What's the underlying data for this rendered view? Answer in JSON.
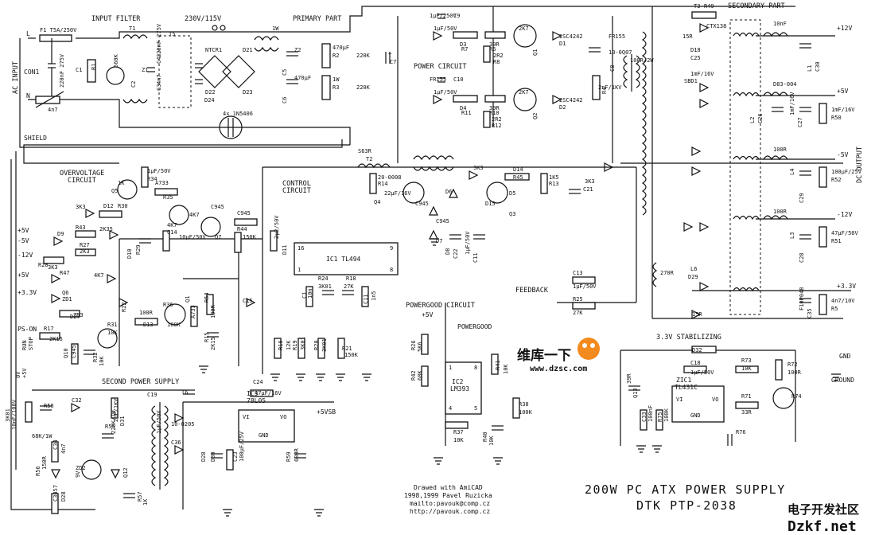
{
  "sections": {
    "input_filter": "INPUT FILTER",
    "voltage_select": "230V/115V",
    "primary_part": "PRIMARY PART",
    "secondary_part": "SECONDARY PART",
    "power_circuit": "POWER CIRCUIT",
    "overvoltage_1": "OVERVOLTAGE",
    "overvoltage_2": "CIRCUIT",
    "control_1": "CONTROL",
    "control_2": "CIRCUIT",
    "powergood_circuit": "POWERGOOD CIRCUIT",
    "second_supply": "SECOND POWER SUPPLY",
    "stabilizing": "3.3V STABILIZING",
    "feedback": "FEEDBACK",
    "dc_output": "DC OUTPUT",
    "ac_input": "AC INPUT"
  },
  "terminals": {
    "L": "L",
    "N": "N",
    "con1": "CON1",
    "shield": "SHIELD",
    "p12": "+12V",
    "p5": "+5V",
    "m5": "-5V",
    "m12": "-12V",
    "p33": "+3.3V",
    "gnd": "GND",
    "ground": "GROUND",
    "p5vsb": "+5VSB",
    "in_p5": "+5V",
    "in_m5": "-5V",
    "in_m12": "-12V",
    "in_p5b": "+5V",
    "in_p33": "+3.3V",
    "ps_on": "PS-ON",
    "pwr_good_out": "POWERGOOD",
    "pg_p5": "+5V",
    "run": "RUN",
    "stop": "STOP",
    "zero_v": "0V",
    "plus5v": "+5V"
  },
  "ics": {
    "ic1": "IC1 TL494",
    "ic2a": "IC2",
    "ic2b": "LM393",
    "ic3a": "IC3",
    "ic3b": "78L05",
    "zic1a": "ZIC1",
    "zic1b": "TL431C",
    "vi": "VI",
    "vo": "VO",
    "gnd": "GND",
    "pin16": "16",
    "pin1": "1",
    "pin9": "9",
    "pin8": "8",
    "p1": "1",
    "p8": "8",
    "p4": "4",
    "p5": "5"
  },
  "components": [
    "F1 T5A/250V",
    "T1",
    "T5",
    "C1",
    "220nF 275V",
    "R1",
    "560K",
    "Z1",
    "C2",
    "220nF 275V",
    "C4",
    "4n7",
    "C3",
    "4n7",
    "NTCR1",
    "D21",
    "D22",
    "D23",
    "D24",
    "4x 1N5406",
    "Z2",
    "C5",
    "470µF",
    "C6",
    "470µF",
    "R2",
    "220K",
    "1W",
    "R3",
    "220K",
    "1W",
    "T",
    "C7",
    "1µF/250V",
    "C9",
    "1µF/50V",
    "D3",
    "R7",
    "39R",
    "R6",
    "2R2",
    "R8",
    "2K7",
    "Q1",
    "2SC4242",
    "D1",
    "FR155",
    "C10",
    "1µF/50V",
    "D4",
    "R11",
    "39R",
    "R10",
    "2R2",
    "R12",
    "2K7",
    "Q2",
    "2SC4242",
    "D2",
    "FR155",
    "10-0Q07",
    "C8",
    "2nF/1KV",
    "R4",
    "100R/2W",
    "T3",
    "R49",
    "15R",
    "CTX138",
    "D18",
    "C25",
    "10nF",
    "L1",
    "C30",
    "1mF/16V",
    "SBD1",
    "D83-004",
    "L2",
    "C26",
    "1mF/16V",
    "C27",
    "1mF/16V",
    "R50",
    "100R",
    "L4",
    "C29",
    "100µF/25V",
    "R52",
    "100R",
    "L3",
    "C28",
    "47µF/50V",
    "R51",
    "270R",
    "L6",
    "D29",
    "F10P048",
    "C35",
    "4n7/10V",
    "R5",
    "15R",
    "D32",
    "S63R",
    "T2",
    "20-0008",
    "R14",
    "3K3",
    "D14",
    "R45",
    "1K5",
    "R13",
    "3K3",
    "C21",
    "22µF/16V",
    "Q4",
    "C945",
    "D6",
    "D15",
    "D5",
    "Q3",
    "C945",
    "D7",
    "D8",
    "C22",
    "1µF/50V",
    "C11",
    "1µF/50V",
    "R34",
    "1K",
    "Q5",
    "A733",
    "R35",
    "3K3",
    "D12",
    "R30",
    "4K7",
    "C945",
    "Q7",
    "C945",
    "R44",
    "150K",
    "R43",
    "2K35",
    "R27",
    "2K3",
    "D9",
    "R28",
    "3K3",
    "D10",
    "R29",
    "4K7",
    "C14",
    "10µF/50V",
    "R47",
    "4K7",
    "Q6",
    "ZD1",
    "D27",
    "ZD3",
    "R22",
    "100R",
    "D13",
    "R36",
    "100K",
    "Q1",
    "A733",
    "R54",
    "100R",
    "R15",
    "2K15",
    "C15",
    "2µ2/50V",
    "D11",
    "R24",
    "3K01",
    "C1",
    "10n",
    "R18",
    "27K",
    "C11",
    "1n5",
    "R16",
    "12K",
    "R19",
    "3K01",
    "R20",
    "3K01",
    "R21",
    "150K",
    "R17",
    "2K15",
    "R31",
    "10K",
    "Q10",
    "C945",
    "R32",
    "10K",
    "C13",
    "1µF/50V",
    "R25",
    "27K",
    "R26",
    "5K6",
    "R42",
    "68K",
    "R41",
    "10K",
    "R38",
    "100K",
    "R37",
    "10K",
    "R40",
    "10K",
    "C18",
    "1µF/50V",
    "R73",
    "10K",
    "R72",
    "100R",
    "R71",
    "33R",
    "R74",
    "39R",
    "Q13",
    "C33",
    "100nF",
    "R75",
    "100K",
    "R76",
    "3K01",
    "10nF/100V",
    "R58",
    "68K/1W",
    "C32",
    "2nF/1KV",
    "D31",
    "R55",
    "220K/1W",
    "C34",
    "4n7",
    "R56",
    "150R",
    "ZD2",
    "9V",
    "Q12",
    "C3457",
    "D28",
    "R57",
    "1K",
    "C19",
    "1µF/50V",
    "T6",
    "10-0205",
    "C36",
    "D28",
    "D30",
    "C23",
    "100µF/25V",
    "R59",
    "680R",
    "C24",
    "47µF/16V",
    "R33",
    "4K7"
  ],
  "title": {
    "line1": "200W PC ATX POWER SUPPLY",
    "line2": "DTK PTP-2038"
  },
  "credits": {
    "line1": "Drawed with AmiCAD",
    "line2": "1998,1999 Pavel Ruzicka",
    "line3": "mailto:pavouk@comp.cz",
    "line4": "http://pavouk.comp.cz"
  },
  "watermarks": {
    "center_cn": "维库一下",
    "center_url": "www.dzsc.com",
    "corner_cn": "电子开发社区",
    "corner_url": "Dzkf.net"
  },
  "colors": {
    "line": "#111111",
    "watermark_red": "#e23a2e",
    "watermark_orange": "#f28a1e"
  }
}
